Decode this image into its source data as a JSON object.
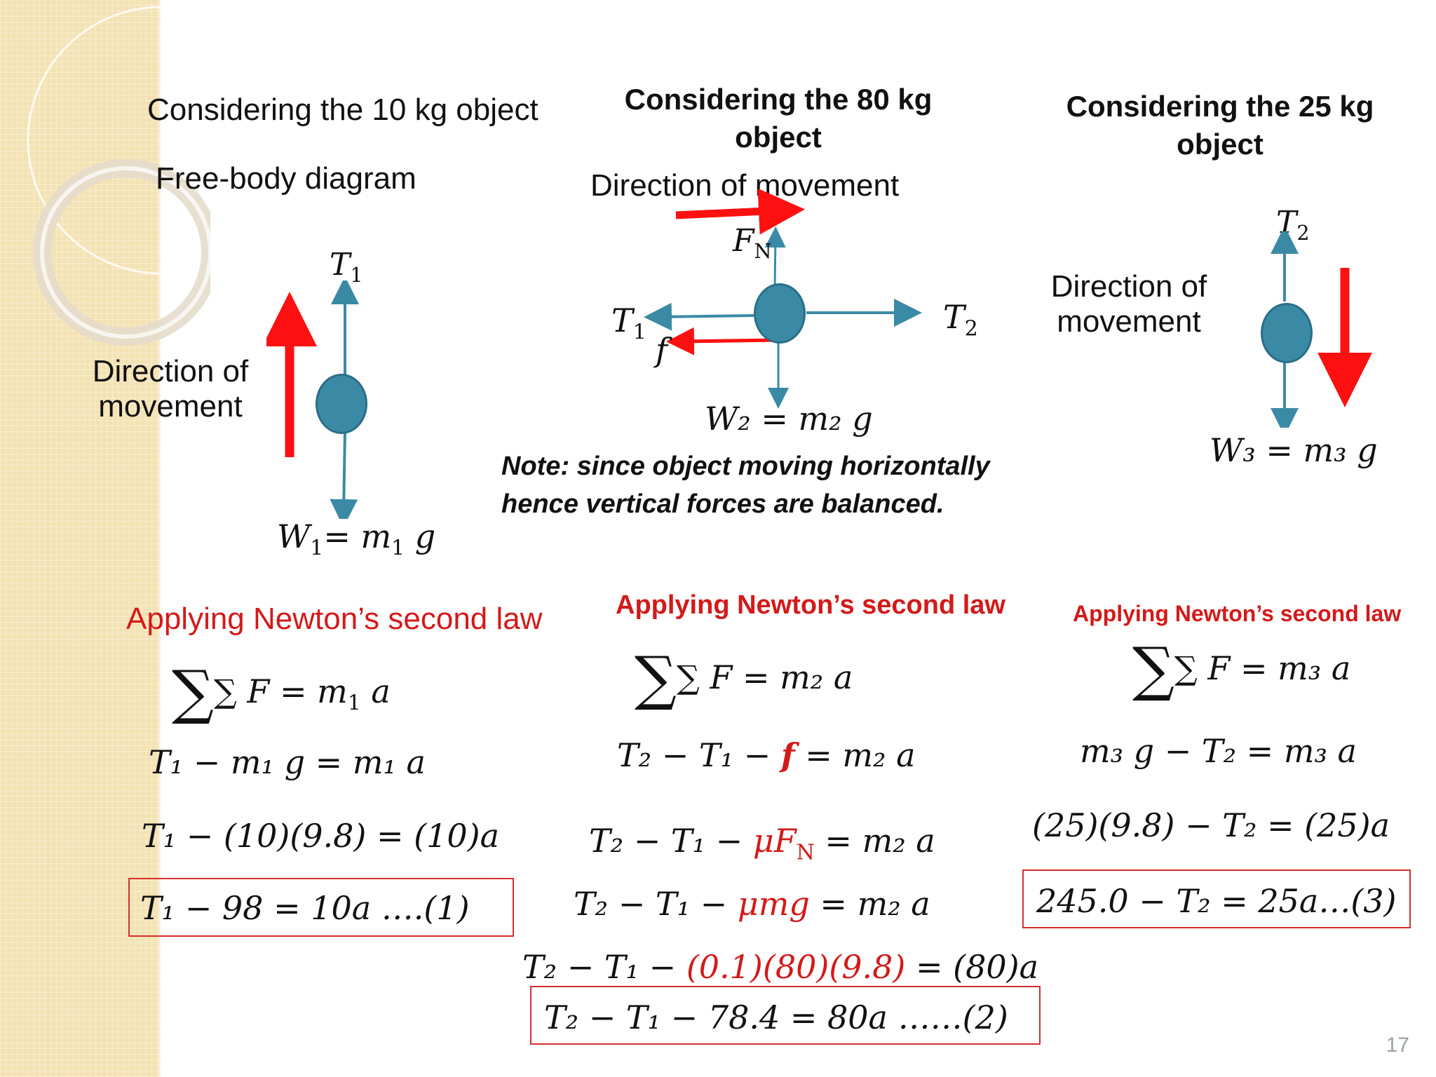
{
  "col1": {
    "heading": "Considering the 10 kg object",
    "subheading": "Free-body diagram",
    "t_label": "T",
    "t_sub": "1",
    "dir_line1": "Direction of",
    "dir_line2": "movement",
    "w_label": "W",
    "w_sub": "1",
    "w_rhs": "= m",
    "w_rhs_sub": "1",
    "w_rhs_tail": " g",
    "law": "Applying Newton’s second law",
    "eq1": "∑ F = m",
    "eq1_sub": "1",
    "eq1_tail": " a",
    "eq2": "T₁  − m₁ g  = m₁  a",
    "eq3": "T₁  − (10)(9.8) = (10)a",
    "eq4": "T₁  − 98 = 10a   ….(1)"
  },
  "col2": {
    "heading_line1": "Considering the 80 kg",
    "heading_line2": "object",
    "dir": "Direction of  movement",
    "fn_label": "F",
    "fn_sub": "N",
    "t1_label": "T",
    "t1_sub": "1",
    "t2_label": "T",
    "t2_sub": "2",
    "f_label": "f",
    "w_label": "W₂ = m₂ g",
    "note_line1": "Note: since object moving horizontally",
    "note_line2": "hence vertical forces are balanced.",
    "law": "Applying Newton’s second law",
    "eq1": "∑ F = m₂ a",
    "eq2_a": "T₂  − T₁  − ",
    "eq2_f": "f",
    "eq2_b": " = m₂  a",
    "eq3_a": "T₂  − T₁  − ",
    "eq3_red": "μF",
    "eq3_red_sub": "N",
    "eq3_b": " = m₂  a",
    "eq4_a": "T₂  − T₁  − ",
    "eq4_red": "μmg",
    "eq4_b": "    = m₂  a",
    "eq5_a": "T₂  − T₁  − ",
    "eq5_red": "(0.1)(80)(9.8)",
    "eq5_b": " = (80)a",
    "eq6": "T₂  − T₁  − 78.4 = 80a ……(2)"
  },
  "col3": {
    "heading_line1": "Considering the 25 kg",
    "heading_line2": "object",
    "t_label": "T",
    "t_sub": "2",
    "dir_line1": "Direction of",
    "dir_line2": "movement",
    "w_label": "W₃ = m₃ g",
    "law": "Applying Newton’s second law",
    "eq1": "∑ F = m₃ a",
    "eq2": "m₃ g − T₂  = m₃  a",
    "eq3": "(25)(9.8) − T₂  = (25)a",
    "eq4": "245.0 − T₂  = 25a…(3)"
  },
  "page_number": "17",
  "colors": {
    "accent_red": "#d31a1a",
    "arrow_blue": "#3b8aa5",
    "box_red": "#d32f2f"
  }
}
